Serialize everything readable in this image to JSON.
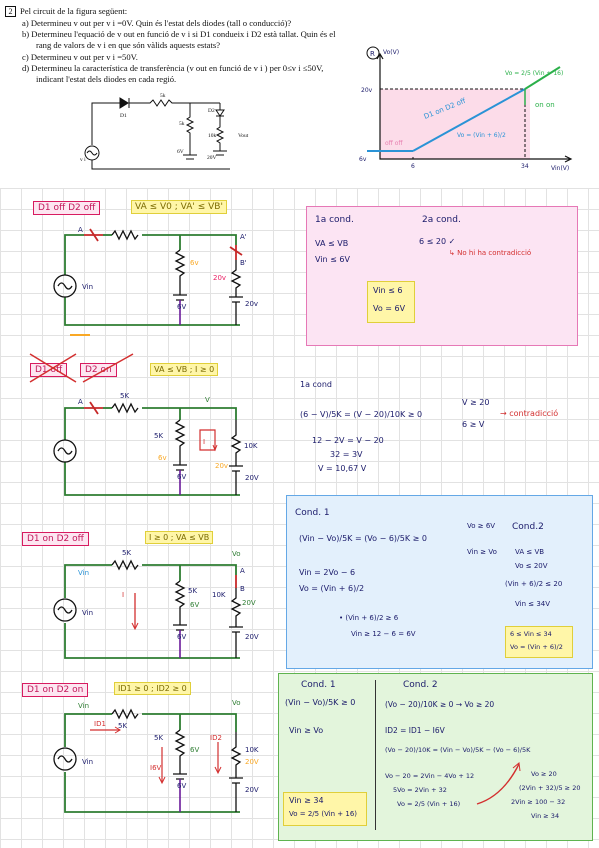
{
  "problem": {
    "number": "2",
    "intro": "Pel circuit de la figura següent:",
    "items": [
      "a)   Determineu v out per v i =0V. Quin és l'estat dels diodes (tall o conducció)?",
      "b)   Determineu l'equació de v out en funció de v i si D1 condueix i D2 està tallat. Quin és el",
      "rang de valors de v i en que són vàlids aquests estats?",
      "c)   Determineu v out per v i =50V.",
      "d)   Determineu la característica de transferència (v out en funció de v i ) per 0≤v i ≤50V,",
      "indicant l'estat dels diodes en cada regió."
    ],
    "printed_circuit": {
      "d1": "D1",
      "r1": "5k",
      "r2": "5k",
      "d2": "D2",
      "r3": "10k",
      "vout": "Vout",
      "v6": "6V",
      "v20": "20V",
      "vi": "v i"
    }
  },
  "graph": {
    "label_R": "R",
    "y_axis": "Vo(V)",
    "x_axis": "Vin(V)",
    "y_tick_20": "20v",
    "y_tick_6": "6v",
    "x_tick_6": "6",
    "x_tick_34": "34",
    "region_off": "off off",
    "region_mid": "D1 on D2 off",
    "region_mid_eq": "Vo = (Vin + 6)/2",
    "region_on": "on on",
    "top_eq": "Vo = 2/5 (Vin + 16)"
  },
  "sections": {
    "s1": {
      "tag": "D1 off D2 off",
      "cond": "VA ≤ V0 ; VA' ≤ VB'",
      "labels": {
        "a": "A",
        "ap": "A'",
        "bp": "B'",
        "vin": "Vin",
        "v6": "6v",
        "v6b": "6V",
        "v20": "20v",
        "v20b": "20v"
      },
      "box_lines": [
        "1a cond.",
        "VA ≤ VB",
        "Vin ≤ 6V",
        "2a cond.",
        "6 ≤ 20 ✓",
        "↳ No hi ha contradicció",
        "Vin ≤ 6",
        "Vo = 6V"
      ]
    },
    "s2": {
      "tag_a": "D1 off",
      "tag_b": "D2 on",
      "cond": "VA ≤ VB ; I ≥ 0",
      "labels": {
        "a": "A",
        "r1": "5K",
        "v": "V",
        "r2": "5K",
        "i": "I",
        "r3": "10K",
        "v6": "6v",
        "v20": "20v",
        "v6b": "6V",
        "v20b": "20V"
      },
      "work": [
        "1a cond",
        "(6 − V)/5K = (V − 20)/10K ≥ 0",
        "12 − 2V = V − 20",
        "32 = 3V",
        "V = 10,67 V",
        "V ≥ 20",
        "6 ≥ V",
        "→ contradicció"
      ]
    },
    "s3": {
      "tag": "D1 on D2 off",
      "cond": "I ≥ 0 ; VA ≤ VB",
      "labels": {
        "r1": "5K",
        "vo": "Vo",
        "vin": "Vin",
        "vin2": "Vin",
        "i": "I",
        "r2": "5K",
        "v6": "6V",
        "r3": "10K",
        "v20": "20V",
        "a": "A",
        "b": "B",
        "v6b": "6V",
        "v20b": "20V"
      },
      "box_lines": [
        "Cond. 1",
        "(Vin − Vo)/5K = (Vo − 6)/5K ≥ 0",
        "Vo ≥ 6V",
        "Vin ≥ Vo",
        "Vin = 2Vo − 6",
        "Vo = (Vin + 6)/2",
        "• (Vin + 6)/2 ≥ 6",
        "Vin ≥ 12 − 6 = 6V",
        "Cond.2",
        "VA ≤ VB",
        "Vo ≤ 20V",
        "(Vin + 6)/2 ≤ 20",
        "Vin ≤ 34V",
        "6 ≤ Vin ≤ 34",
        "Vo = (Vin + 6)/2"
      ]
    },
    "s4": {
      "tag": "D1 on D2 on",
      "cond": "ID1 ≥ 0 ; ID2 ≥ 0",
      "labels": {
        "vin": "Vin",
        "vo": "Vo",
        "r1": "5K",
        "id1": "ID1",
        "r2": "5K",
        "v6": "6V",
        "id2": "ID2",
        "r3": "10K",
        "v20": "20V",
        "vin2": "Vin",
        "i6v": "I6V",
        "v6b": "6V",
        "v20b": "20V"
      },
      "box_lines": [
        "Cond. 1",
        "(Vin − Vo)/5K ≥ 0",
        "Vin ≥ Vo",
        "Vin ≥ 34",
        "Vo = 2/5 (Vin + 16)",
        "Cond. 2",
        "(Vo − 20)/10K ≥ 0 → Vo ≥ 20",
        "ID2 = ID1 − I6V",
        "(Vo − 20)/10K = (Vin − Vo)/5K − (Vo − 6)/5K",
        "Vo − 20 = 2Vin − 4Vo + 12",
        "5Vo = 2Vin + 32",
        "Vo = 2/5 (Vin + 16)",
        "Vo ≥ 20",
        "(2Vin + 32)/5 ≥ 20",
        "2Vin ≥ 100 − 32",
        "Vin ≥ 34"
      ]
    }
  }
}
